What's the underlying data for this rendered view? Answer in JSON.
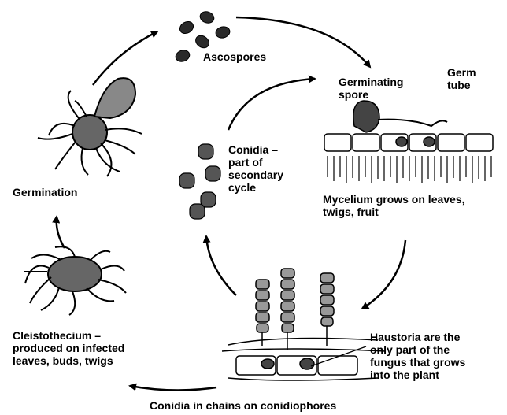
{
  "labels": {
    "ascospores": "Ascospores",
    "germinating_spore": "Germinating\nspore",
    "germ_tube": "Germ\ntube",
    "mycelium": "Mycelium grows on leaves,\ntwigs, fruit",
    "conidia_secondary": "Conidia –\npart of\nsecondary\ncycle",
    "germination": "Germination",
    "cleistothecium": "Cleistothecium –\nproduced on infected\nleaves, buds, twigs",
    "haustoria": "Haustoria are the\nonly part of the\nfungus that grows\ninto the plant",
    "conidiophores": "Conidia in chains on conidiophores"
  }
}
